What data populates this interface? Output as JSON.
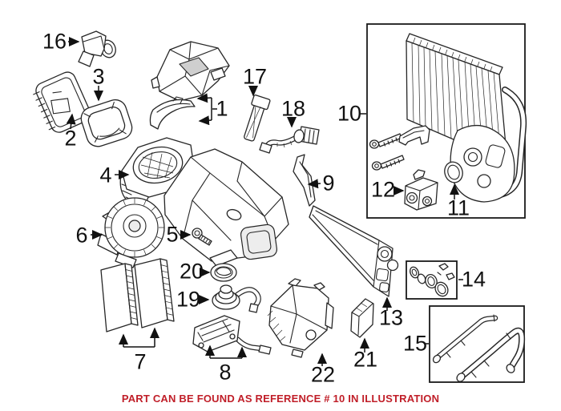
{
  "caption": {
    "text": "PART CAN BE FOUND AS REFERENCE # 10 IN ILLUSTRATION",
    "color": "#c01e28"
  },
  "colors": {
    "background": "#ffffff",
    "line_art": "#262626",
    "detail_box_border": "#1a1a1a",
    "label_text": "#111111"
  },
  "callouts": [
    {
      "number": "1"
    },
    {
      "number": "2"
    },
    {
      "number": "3"
    },
    {
      "number": "4"
    },
    {
      "number": "5"
    },
    {
      "number": "6"
    },
    {
      "number": "7"
    },
    {
      "number": "8"
    },
    {
      "number": "9"
    },
    {
      "number": "10"
    },
    {
      "number": "11"
    },
    {
      "number": "12"
    },
    {
      "number": "13"
    },
    {
      "number": "14"
    },
    {
      "number": "15"
    },
    {
      "number": "16"
    },
    {
      "number": "17"
    },
    {
      "number": "18"
    },
    {
      "number": "19"
    },
    {
      "number": "20"
    },
    {
      "number": "21"
    },
    {
      "number": "22"
    }
  ]
}
